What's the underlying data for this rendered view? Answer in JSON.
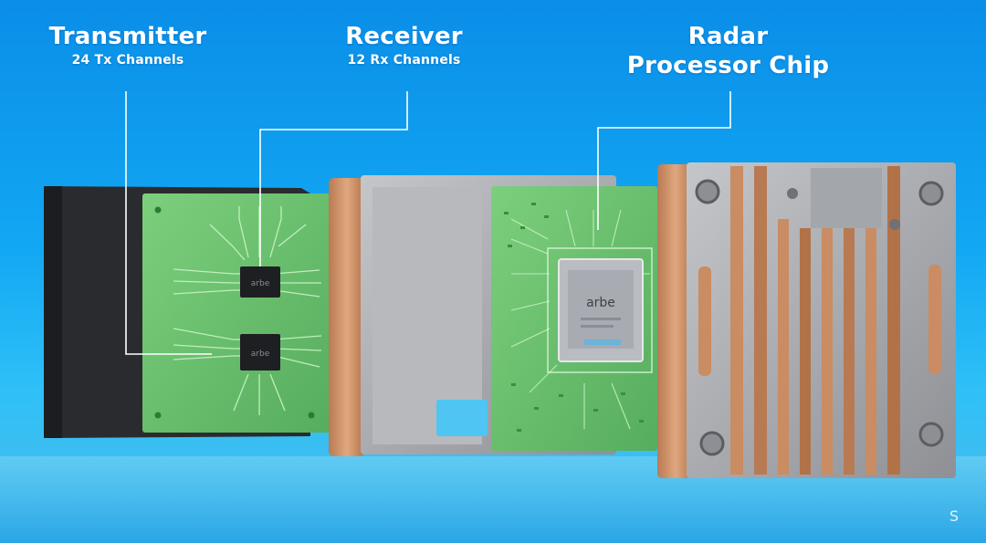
{
  "labels": {
    "transmitter": {
      "title": "Transmitter",
      "subtitle": "24 Tx Channels"
    },
    "receiver": {
      "title": "Receiver",
      "subtitle": "12 Rx Channels"
    },
    "processor": {
      "title_line1": "Radar",
      "title_line2": "Processor Chip"
    }
  },
  "chip_brand": "arbe",
  "watermark": "S",
  "colors": {
    "background_top": "#0a8ee8",
    "background_bottom": "#2aa6e6",
    "pcb_green": "#6cc46f",
    "pcb_trace": "#bff0c0",
    "housing_dark": "#2a2b2e",
    "copper": "#c98c63",
    "metal": "#a9abb0",
    "callout_line": "#ffffff"
  }
}
